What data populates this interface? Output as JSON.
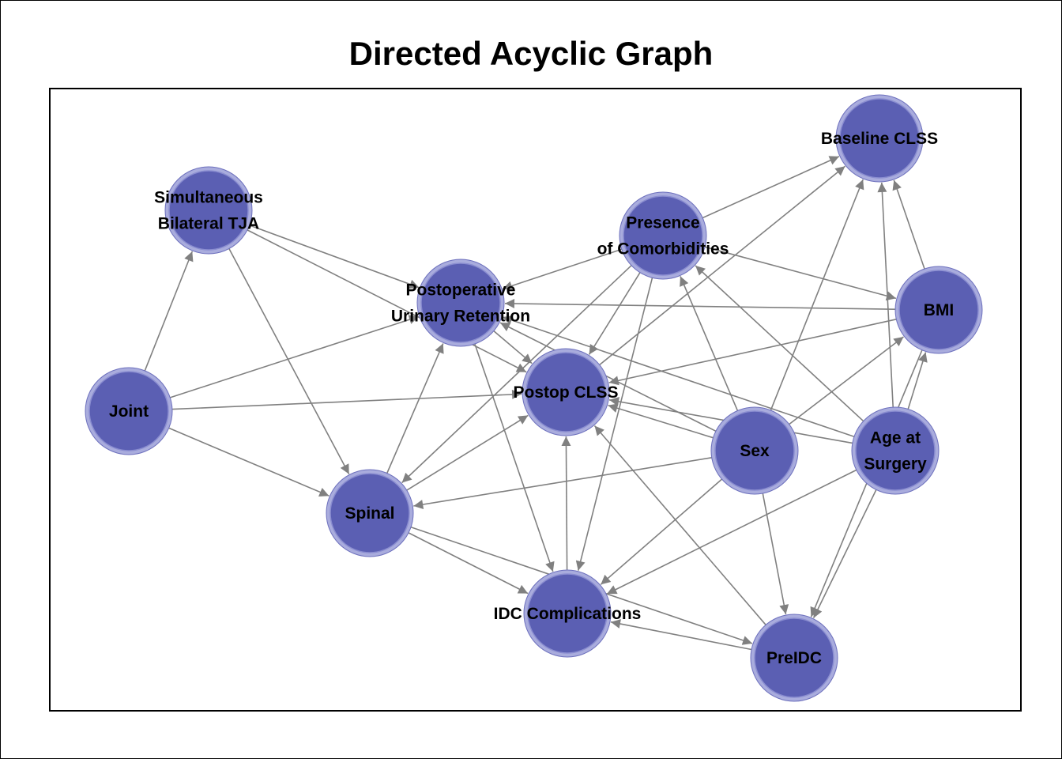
{
  "title": "Directed Acyclic Graph",
  "colors": {
    "node_fill": "#5b5fb3",
    "node_ring": "#a9acdd",
    "edge": "#808080"
  },
  "nodes": [
    {
      "id": "baseline",
      "lines": [
        "Baseline CLSS"
      ]
    },
    {
      "id": "sbtja",
      "lines": [
        "Simultaneous",
        "Bilateral TJA"
      ]
    },
    {
      "id": "comorb",
      "lines": [
        "Presence",
        "of Comorbidities"
      ]
    },
    {
      "id": "pour",
      "lines": [
        "Postoperative",
        "Urinary Retention"
      ]
    },
    {
      "id": "bmi",
      "lines": [
        "BMI"
      ]
    },
    {
      "id": "joint",
      "lines": [
        "Joint"
      ]
    },
    {
      "id": "postop",
      "lines": [
        "Postop CLSS"
      ]
    },
    {
      "id": "sex",
      "lines": [
        "Sex"
      ]
    },
    {
      "id": "age",
      "lines": [
        "Age at",
        "Surgery"
      ]
    },
    {
      "id": "spinal",
      "lines": [
        "Spinal"
      ]
    },
    {
      "id": "idc",
      "lines": [
        "IDC Complications"
      ]
    },
    {
      "id": "preidc",
      "lines": [
        "PreIDC"
      ]
    }
  ],
  "edges": [
    [
      "joint",
      "sbtja"
    ],
    [
      "joint",
      "pour"
    ],
    [
      "joint",
      "postop"
    ],
    [
      "joint",
      "spinal"
    ],
    [
      "sbtja",
      "pour"
    ],
    [
      "sbtja",
      "postop"
    ],
    [
      "sbtja",
      "spinal"
    ],
    [
      "comorb",
      "baseline"
    ],
    [
      "comorb",
      "pour"
    ],
    [
      "comorb",
      "bmi"
    ],
    [
      "comorb",
      "postop"
    ],
    [
      "comorb",
      "spinal"
    ],
    [
      "comorb",
      "idc"
    ],
    [
      "pour",
      "postop"
    ],
    [
      "pour",
      "idc"
    ],
    [
      "bmi",
      "baseline"
    ],
    [
      "bmi",
      "pour"
    ],
    [
      "bmi",
      "postop"
    ],
    [
      "bmi",
      "preidc"
    ],
    [
      "sex",
      "baseline"
    ],
    [
      "sex",
      "comorb"
    ],
    [
      "sex",
      "bmi"
    ],
    [
      "sex",
      "pour"
    ],
    [
      "sex",
      "postop"
    ],
    [
      "sex",
      "spinal"
    ],
    [
      "sex",
      "idc"
    ],
    [
      "sex",
      "preidc"
    ],
    [
      "age",
      "baseline"
    ],
    [
      "age",
      "comorb"
    ],
    [
      "age",
      "bmi"
    ],
    [
      "age",
      "pour"
    ],
    [
      "age",
      "postop"
    ],
    [
      "age",
      "idc"
    ],
    [
      "age",
      "preidc"
    ],
    [
      "spinal",
      "pour"
    ],
    [
      "spinal",
      "postop"
    ],
    [
      "spinal",
      "idc"
    ],
    [
      "spinal",
      "preidc"
    ],
    [
      "idc",
      "postop"
    ],
    [
      "preidc",
      "idc"
    ],
    [
      "preidc",
      "postop"
    ],
    [
      "postop",
      "baseline"
    ]
  ]
}
